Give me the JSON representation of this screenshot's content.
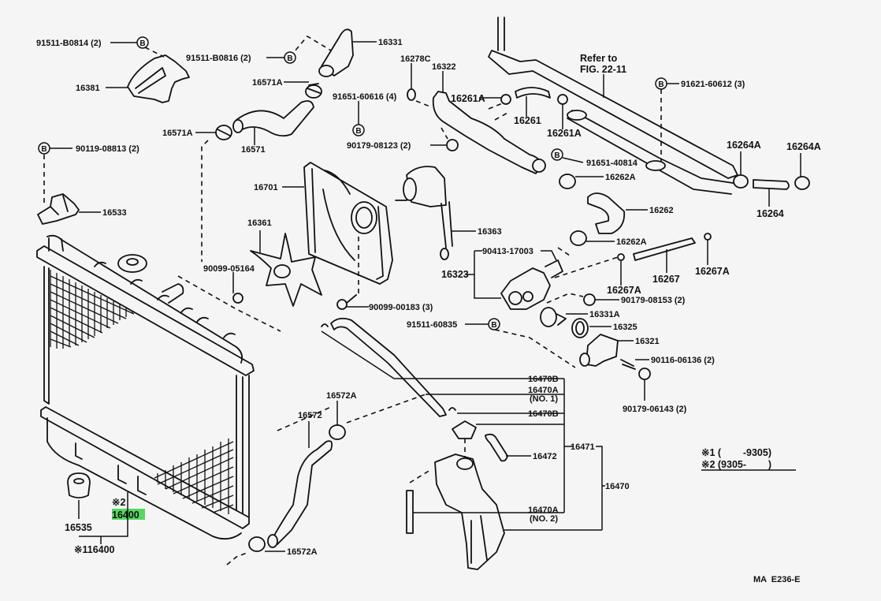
{
  "diagram": {
    "title": "Radiator & Water Outlet parts diagram",
    "figure_code": "MA  E236-E",
    "highlight_color": "#22cc33",
    "bolt_symbol": "B",
    "refer_note": [
      "Refer to",
      "FIG. 22-11"
    ],
    "legend": {
      "line1": "※1 (        -9305)",
      "line2": "※2 (9305-        )"
    },
    "labels": {
      "p91511_B0814": "91511-B0814 (2)",
      "p91511_B0816": "91511-B0816 (2)",
      "p16331": "16331",
      "p16381": "16381",
      "p16571A_top": "16571A",
      "p16571A_left": "16571A",
      "p16571": "16571",
      "p91651_60616": "91651-60616 (4)",
      "p90179_08123": "90179-08123 (2)",
      "p16278C": "16278C",
      "p16322": "16322",
      "p16261A_a": "16261A",
      "p16261": "16261",
      "p16261A_b": "16261A",
      "p91621_60612": "91621-60612 (3)",
      "p90119_08813": "90119-08813 (2)",
      "p16533": "16533",
      "p16701": "16701",
      "p16361": "16361",
      "p16363": "16363",
      "p91651_40814": "91651-40814",
      "p16262A_top": "16262A",
      "p16262": "16262",
      "p16264A_a": "16264A",
      "p16264A_b": "16264A",
      "p16264": "16264",
      "p16262A_mid": "16262A",
      "p90413_17003": "90413-17003",
      "p16323": "16323",
      "p16267A_a": "16267A",
      "p16267": "16267",
      "p16267A_b": "16267A",
      "p90099_05164": "90099-05164",
      "p90099_00183": "90099-00183 (3)",
      "p90179_08153": "90179-08153 (2)",
      "p91511_60835": "91511-60835",
      "p16331A": "16331A",
      "p16325": "16325",
      "p16321": "16321",
      "p90116_06136": "90116-06136 (2)",
      "p90179_06143": "90179-06143 (2)",
      "p16470B_a": "16470B",
      "p16470A_1": "16470A",
      "p16470A_1n": "(NO. 1)",
      "p16470B_b": "16470B",
      "p16471": "16471",
      "p16472": "16472",
      "p16470": "16470",
      "p16470A_2": "16470A",
      "p16470A_2n": "(NO. 2)",
      "p16572A_top": "16572A",
      "p16572": "16572",
      "p16572A_bot": "16572A",
      "p16535": "16535",
      "p_star2": "※2",
      "p16400": "16400",
      "p_star1_16400": "※116400"
    }
  }
}
